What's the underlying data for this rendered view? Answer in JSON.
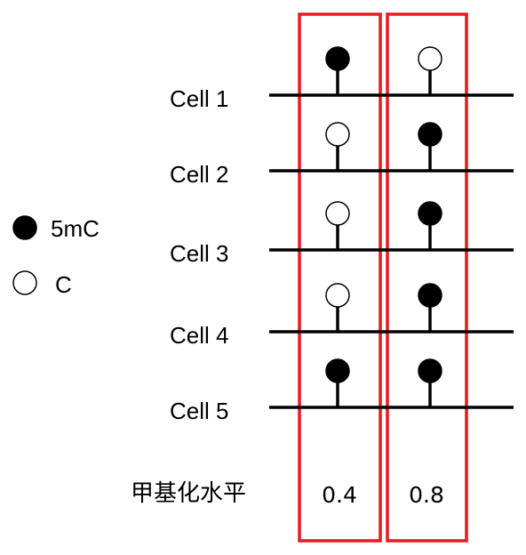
{
  "legend": [
    {
      "label": "5mC",
      "methylated": true
    },
    {
      "label": "C",
      "methylated": false
    }
  ],
  "cells": [
    {
      "label": "Cell 1",
      "sites": [
        true,
        false
      ]
    },
    {
      "label": "Cell 2",
      "sites": [
        false,
        true
      ]
    },
    {
      "label": "Cell 3",
      "sites": [
        false,
        true
      ]
    },
    {
      "label": "Cell 4",
      "sites": [
        false,
        true
      ]
    },
    {
      "label": "Cell 5",
      "sites": [
        true,
        true
      ]
    }
  ],
  "methylation_level_label": "甲基化水平",
  "site_levels": [
    "0.4",
    "0.8"
  ],
  "colors": {
    "methylated_fill": "#000000",
    "unmethylated_fill": "#ffffff",
    "highlight_box": "#e8191f",
    "line": "#000000"
  }
}
